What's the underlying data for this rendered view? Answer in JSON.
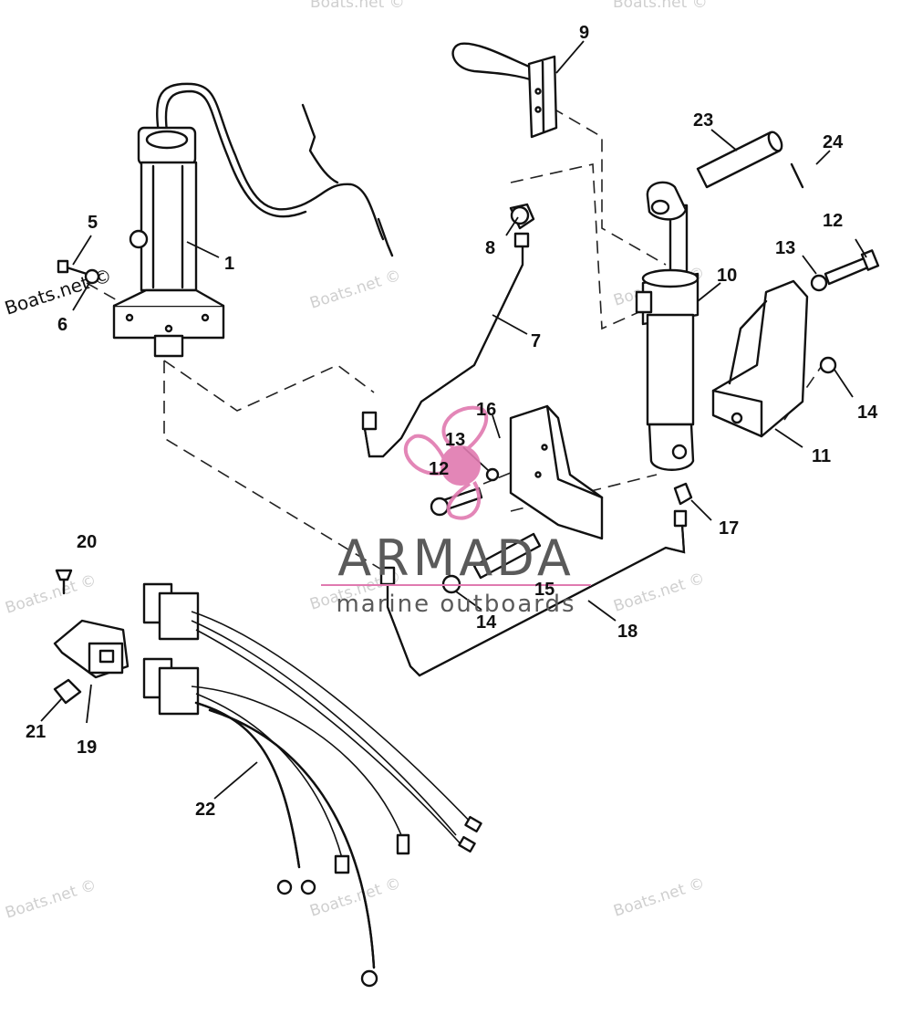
{
  "callouts": [
    {
      "id": "c1",
      "label": "1"
    },
    {
      "id": "c5",
      "label": "5"
    },
    {
      "id": "c6",
      "label": "6"
    },
    {
      "id": "c7",
      "label": "7"
    },
    {
      "id": "c8",
      "label": "8"
    },
    {
      "id": "c9",
      "label": "9"
    },
    {
      "id": "c10",
      "label": "10"
    },
    {
      "id": "c11",
      "label": "11"
    },
    {
      "id": "c12a",
      "label": "12"
    },
    {
      "id": "c12b",
      "label": "12"
    },
    {
      "id": "c13a",
      "label": "13"
    },
    {
      "id": "c13b",
      "label": "13"
    },
    {
      "id": "c14a",
      "label": "14"
    },
    {
      "id": "c14b",
      "label": "14"
    },
    {
      "id": "c15",
      "label": "15"
    },
    {
      "id": "c16",
      "label": "16"
    },
    {
      "id": "c17",
      "label": "17"
    },
    {
      "id": "c18",
      "label": "18"
    },
    {
      "id": "c19",
      "label": "19"
    },
    {
      "id": "c20",
      "label": "20"
    },
    {
      "id": "c21",
      "label": "21"
    },
    {
      "id": "c22",
      "label": "22"
    },
    {
      "id": "c23",
      "label": "23"
    },
    {
      "id": "c24",
      "label": "24"
    }
  ],
  "watermark": {
    "text": "Boats.net ©"
  },
  "brand": {
    "name": "ARMADA",
    "tagline": "marine outboards",
    "accent_color": "#e07ab0",
    "text_color": "#5a5a5a"
  }
}
